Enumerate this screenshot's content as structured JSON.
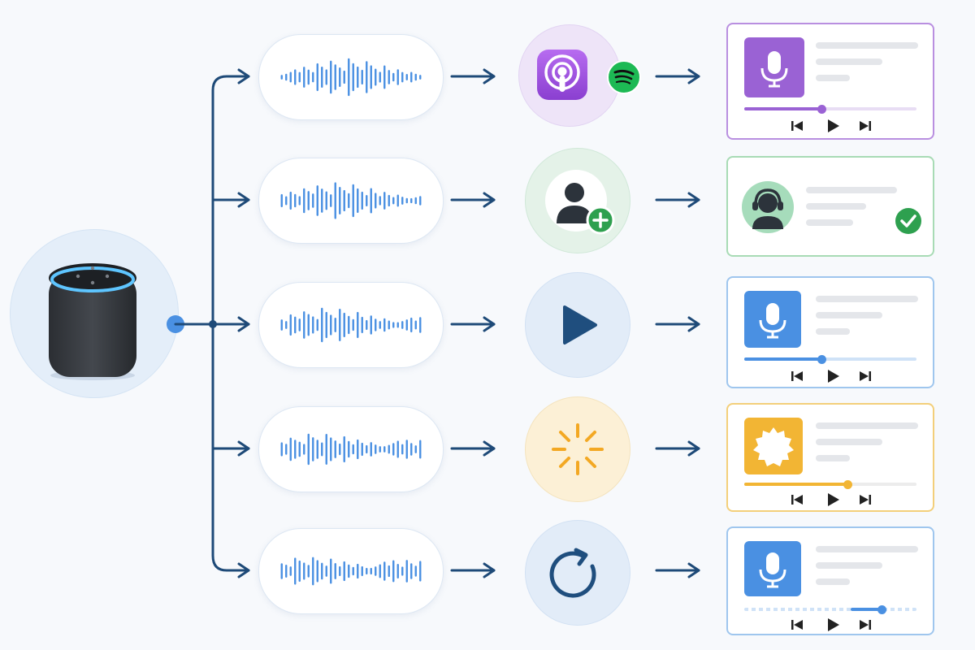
{
  "speaker": {
    "icon": "smart-speaker-icon"
  },
  "rows": [
    {
      "action": {
        "icon": "podcast-app-icon",
        "badge_icon": "spotify-icon",
        "color": "#a56de0",
        "bg": "#eee4f8"
      },
      "card": {
        "accent": "#9a62d4",
        "art_icon": "microphone-icon",
        "progress": 0.45,
        "status_icon": "",
        "player": true
      }
    },
    {
      "action": {
        "icon": "add-user-icon",
        "color": "#2ea04f",
        "bg": "#e4f2e8"
      },
      "card": {
        "accent": "#9fd4ad",
        "art_icon": "user-headphones-icon",
        "progress": null,
        "status_icon": "check-circle-icon",
        "player": false
      }
    },
    {
      "action": {
        "icon": "play-icon",
        "color": "#1f4e7e",
        "bg": "#e2ecf8"
      },
      "card": {
        "accent": "#4a90e2",
        "art_icon": "microphone-icon",
        "progress": 0.45,
        "status_icon": "",
        "player": true
      }
    },
    {
      "action": {
        "icon": "loading-spinner-icon",
        "color": "#f3a823",
        "bg": "#fcf0d6"
      },
      "card": {
        "accent": "#f2b534",
        "art_icon": "badge-icon",
        "progress": 0.6,
        "status_icon": "",
        "player": true
      }
    },
    {
      "action": {
        "icon": "refresh-icon",
        "color": "#1f4e7e",
        "bg": "#e2ecf8"
      },
      "card": {
        "accent": "#4a90e2",
        "art_icon": "microphone-icon",
        "progress": 0.8,
        "status_icon": "",
        "player": true,
        "buffering": true
      }
    }
  ],
  "colors": {
    "connector": "#1e4a78",
    "wave": "#4a90e2"
  }
}
